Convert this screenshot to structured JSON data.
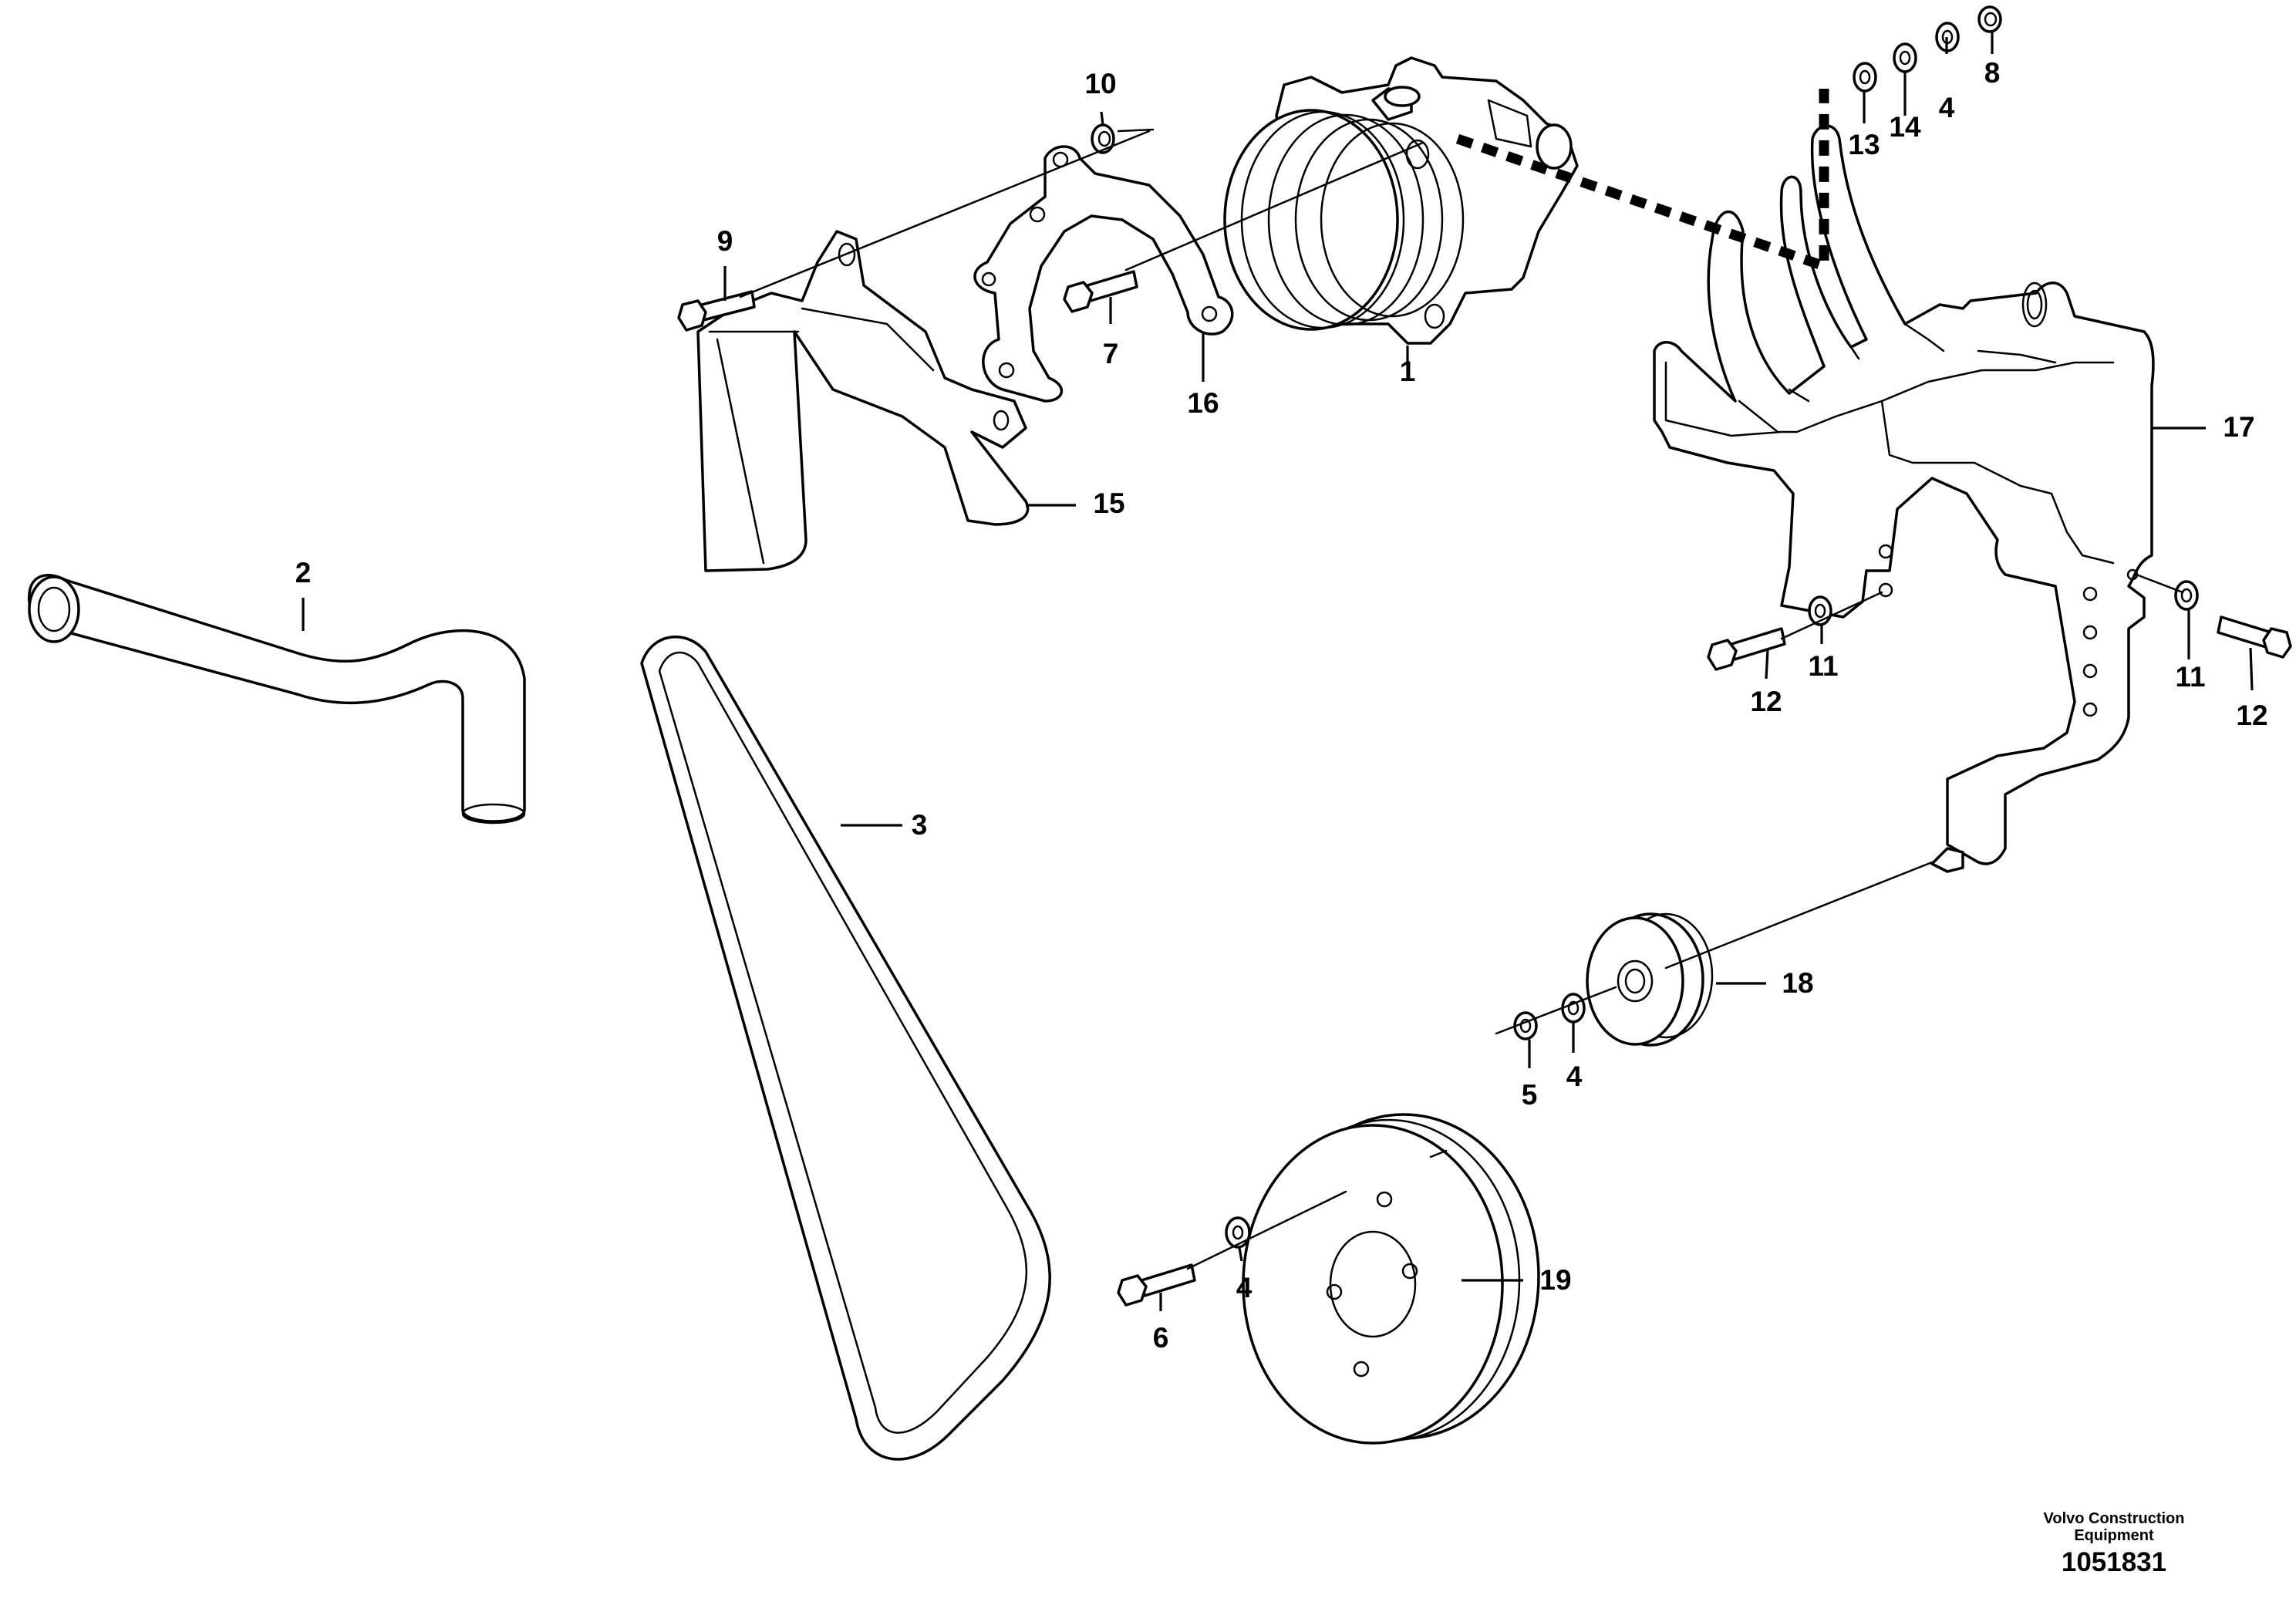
{
  "diagram": {
    "callouts": [
      {
        "label": "1"
      },
      {
        "label": "2"
      },
      {
        "label": "3"
      },
      {
        "label": "4"
      },
      {
        "label": "4"
      },
      {
        "label": "4"
      },
      {
        "label": "5"
      },
      {
        "label": "6"
      },
      {
        "label": "7"
      },
      {
        "label": "8"
      },
      {
        "label": "9"
      },
      {
        "label": "10"
      },
      {
        "label": "11"
      },
      {
        "label": "11"
      },
      {
        "label": "12"
      },
      {
        "label": "12"
      },
      {
        "label": "13"
      },
      {
        "label": "14"
      },
      {
        "label": "15"
      },
      {
        "label": "16"
      },
      {
        "label": "17"
      },
      {
        "label": "18"
      },
      {
        "label": "19"
      }
    ]
  },
  "footer": {
    "credit_line1": "Volvo Construction",
    "credit_line2": "Equipment",
    "doc_number": "1051831"
  }
}
